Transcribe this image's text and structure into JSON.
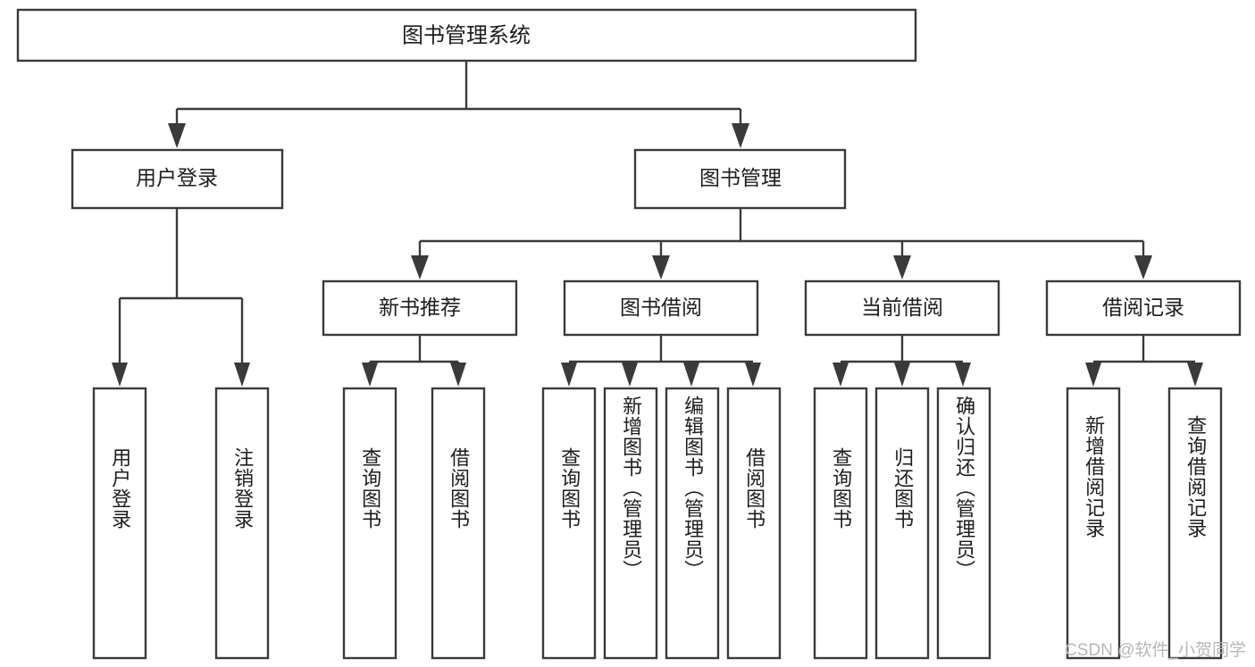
{
  "diagram": {
    "title": "图书管理系统",
    "type": "hierarchy-tree",
    "watermark": "CSDN @软件_小贺同学",
    "colors": {
      "stroke": "#3a3a3a",
      "fill": "#ffffff",
      "text": "#1d1d1d",
      "watermark": "#b7b7b7"
    },
    "root": {
      "id": "root",
      "label": "图书管理系统"
    },
    "level2": [
      {
        "id": "user-login",
        "label": "用户登录"
      },
      {
        "id": "book-management",
        "label": "图书管理"
      }
    ],
    "level3": [
      {
        "id": "new-book-recommend",
        "label": "新书推荐"
      },
      {
        "id": "book-borrow",
        "label": "图书借阅"
      },
      {
        "id": "current-borrow",
        "label": "当前借阅"
      },
      {
        "id": "borrow-record",
        "label": "借阅记录"
      }
    ],
    "leaves": [
      {
        "id": "leaf-user-login",
        "parent": "user-login",
        "label": "用户登录"
      },
      {
        "id": "leaf-logout-login",
        "parent": "user-login",
        "label": "注销登录"
      },
      {
        "id": "leaf-query-book-1",
        "parent": "new-book-recommend",
        "label": "查询图书"
      },
      {
        "id": "leaf-borrow-book-1",
        "parent": "new-book-recommend",
        "label": "借阅图书"
      },
      {
        "id": "leaf-query-book-2",
        "parent": "book-borrow",
        "label": "查询图书"
      },
      {
        "id": "leaf-add-book",
        "parent": "book-borrow",
        "label": "新增图书（管理员）"
      },
      {
        "id": "leaf-edit-book",
        "parent": "book-borrow",
        "label": "编辑图书（管理员）"
      },
      {
        "id": "leaf-borrow-book-2",
        "parent": "book-borrow",
        "label": "借阅图书"
      },
      {
        "id": "leaf-query-book-3",
        "parent": "current-borrow",
        "label": "查询图书"
      },
      {
        "id": "leaf-return-book",
        "parent": "current-borrow",
        "label": "归还图书"
      },
      {
        "id": "leaf-confirm-return",
        "parent": "current-borrow",
        "label": "确认归还（管理员）"
      },
      {
        "id": "leaf-add-record",
        "parent": "borrow-record",
        "label": "新增借阅记录"
      },
      {
        "id": "leaf-query-record",
        "parent": "borrow-record",
        "label": "查询借阅记录"
      }
    ]
  }
}
